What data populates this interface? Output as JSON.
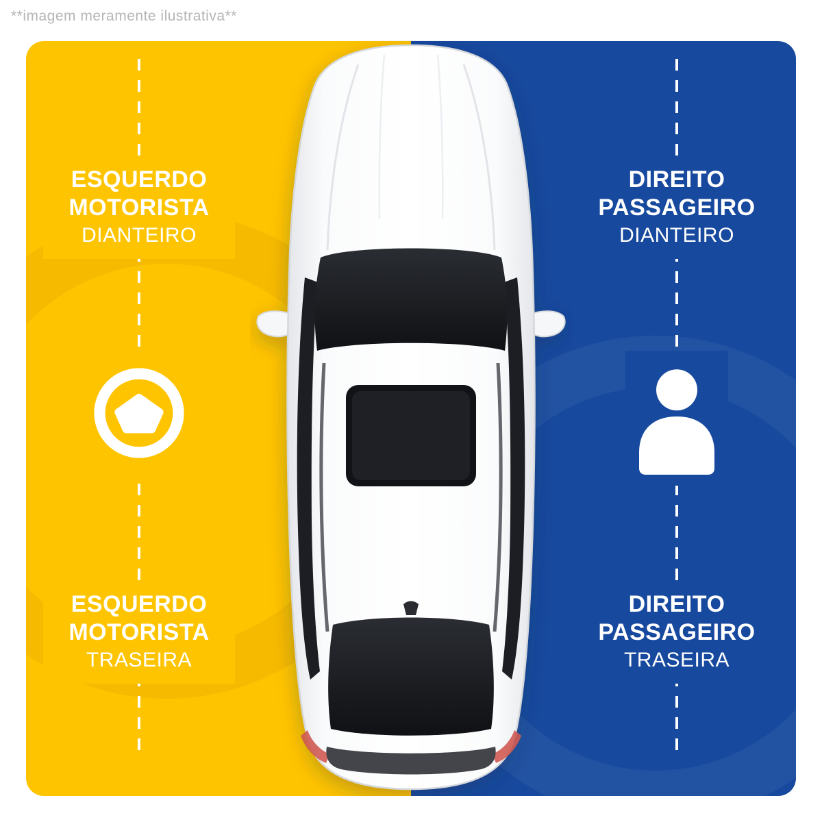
{
  "disclaimer": "**imagem meramente ilustrativa**",
  "colors": {
    "yellow": "#FFC400",
    "blue": "#17499E",
    "label_text": "#FFFFFF",
    "disclaimer_text": "#B5B5B5"
  },
  "left_panel": {
    "icon": "steering-wheel-icon",
    "front_label": {
      "line1": "ESQUERDO",
      "line2": "MOTORISTA",
      "line3": "DIANTEIRO"
    },
    "rear_label": {
      "line1": "ESQUERDO",
      "line2": "MOTORISTA",
      "line3": "TRASEIRA"
    }
  },
  "right_panel": {
    "icon": "person-icon",
    "front_label": {
      "line1": "DIREITO",
      "line2": "PASSAGEIRO",
      "line3": "DIANTEIRO"
    },
    "rear_label": {
      "line1": "DIREITO",
      "line2": "PASSAGEIRO",
      "line3": "TRASEIRA"
    }
  }
}
